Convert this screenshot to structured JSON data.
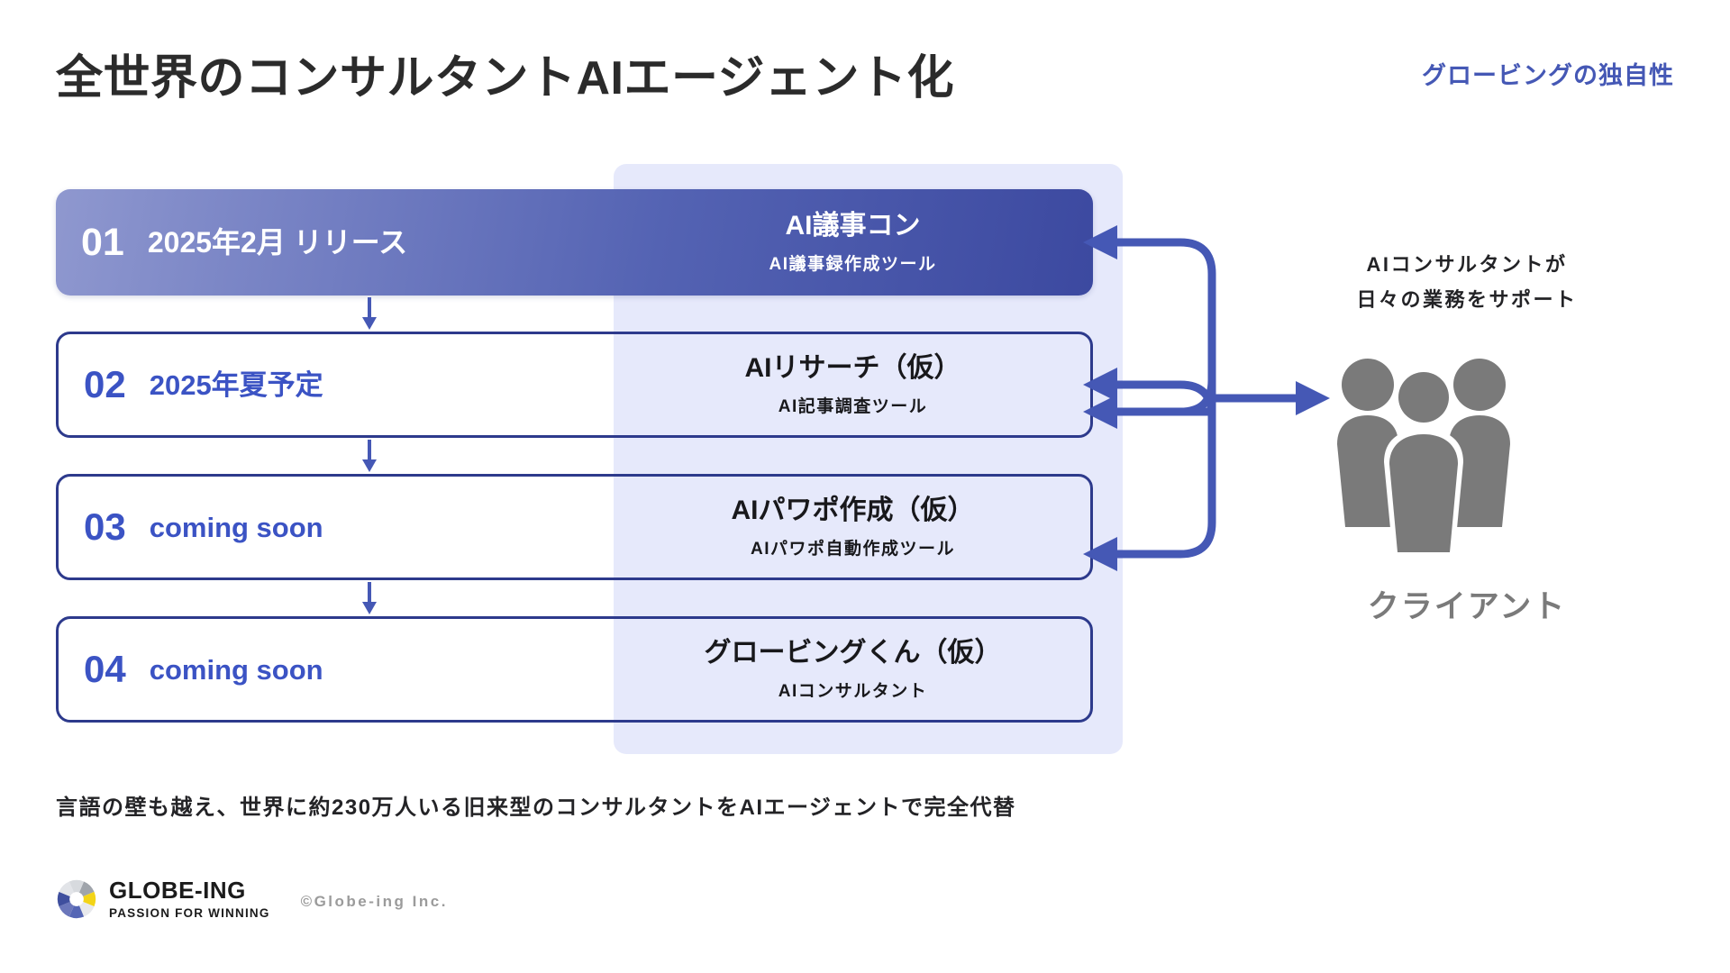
{
  "header": {
    "title": "全世界のコンサルタントAIエージェント化",
    "tag": "グロービングの独自性",
    "tag_color": "#4558b5"
  },
  "timeline": {
    "rows": [
      {
        "number": "01",
        "when": "2025年2月 リリース",
        "product": "AI議事コン",
        "product_sub": "AI議事録作成ツール",
        "state": "released"
      },
      {
        "number": "02",
        "when": "2025年夏予定",
        "product": "AIリサーチ（仮）",
        "product_sub": "AI記事調査ツール",
        "state": "planned"
      },
      {
        "number": "03",
        "when": "coming soon",
        "product": "AIパワポ作成（仮）",
        "product_sub": "AIパワポ自動作成ツール",
        "state": "planned"
      },
      {
        "number": "04",
        "when": "coming soon",
        "product": "グロービングくん（仮）",
        "product_sub": "AIコンサルタント",
        "state": "planned"
      }
    ]
  },
  "right": {
    "support_line1": "AIコンサルタントが",
    "support_line2": "日々の業務をサポート",
    "client_label": "クライアント",
    "people_icon": "three-people-icon",
    "people_color": "#7a7a7a"
  },
  "caption": "言語の壁も越え、世界に約230万人いる旧来型のコンサルタントをAIエージェントで完全代替",
  "footer": {
    "logo_icon": "globe-ing-pinwheel-logo",
    "logo_name": "GLOBE-ING",
    "logo_tagline": "PASSION FOR WINNING",
    "copyright": "©Globe-ing Inc."
  },
  "colors": {
    "accent_blue": "#4558b5",
    "border_navy": "#2d3a8c",
    "panel_lavender": "#e6e9fb",
    "row1_gradient_from": "#8f98cf",
    "row1_gradient_to": "#3c49a0",
    "gray": "#7a7a7a",
    "text_dark": "#232326"
  }
}
